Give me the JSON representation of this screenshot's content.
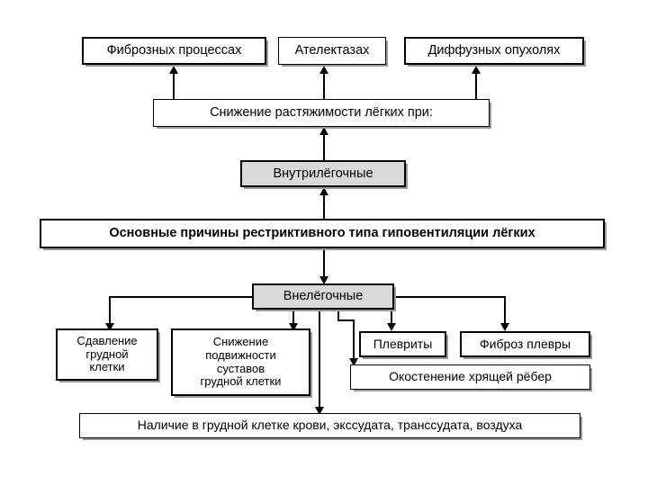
{
  "diagram": {
    "title": "Основные причины рестриктивного типа гиповентиляции лёгких",
    "nodes": {
      "fibrous": "Фиброзных процессах",
      "atelectasis": "Ателектазах",
      "diffuse_tumors": "Диффузных опухолях",
      "compliance_drop": "Снижение растяжимости лёгких при:",
      "intrapulmonary": "Внутрилёгочные",
      "main": "Основные причины рестриктивного типа гиповентиляции лёгких",
      "extrapulmonary": "Внелёгочные",
      "chest_compression": "Сдавление\nгрудной\nклетки",
      "chest_compression_l1": "Сдавление",
      "chest_compression_l2": "грудной",
      "chest_compression_l3": "клетки",
      "joint_mobility_l1": "Снижение",
      "joint_mobility_l2": "подвижности",
      "joint_mobility_l3": "суставов",
      "joint_mobility_l4": "грудной клетки",
      "pleurisy": "Плевриты",
      "pleural_fibrosis": "Фиброз плевры",
      "rib_ossification": "Окостенение хрящей рёбер",
      "chest_contents": "Наличие в грудной клетке крови, экссудата, транссудата, воздуха"
    },
    "colors": {
      "background": "#ffffff",
      "line": "#000000",
      "node_fill": "#ffffff",
      "highlight_fill": "#d9d9d9",
      "shadow": "#9a9a9a"
    }
  }
}
